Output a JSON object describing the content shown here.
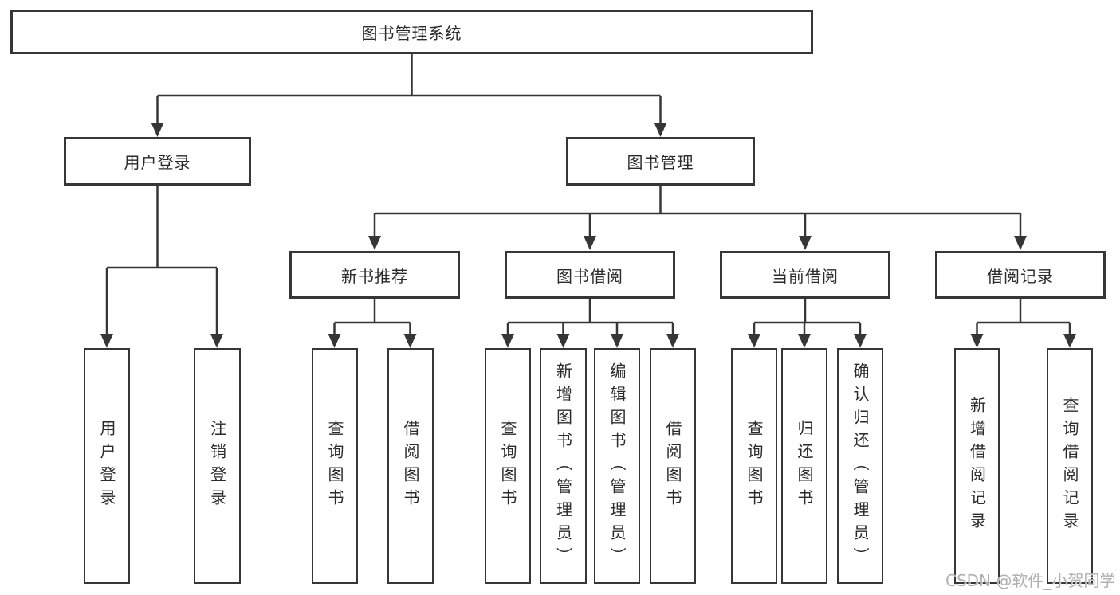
{
  "colors": {
    "line": "#363636",
    "border": "#363636",
    "text": "#2b2b2b",
    "bg": "#ffffff",
    "watermark": "#b0b0b0"
  },
  "watermark": {
    "text": "CSDN @软件_小贺同学"
  },
  "tree": {
    "root": {
      "label": "图书管理系统"
    },
    "branches": [
      {
        "label": "用户登录",
        "leaves": [
          {
            "label": "用户登录"
          },
          {
            "label": "注销登录"
          }
        ]
      },
      {
        "label": "图书管理",
        "groups": [
          {
            "label": "新书推荐",
            "leaves": [
              {
                "label": "查询图书"
              },
              {
                "label": "借阅图书"
              }
            ]
          },
          {
            "label": "图书借阅",
            "leaves": [
              {
                "label": "查询图书"
              },
              {
                "label": "新增图书（管理员）"
              },
              {
                "label": "编辑图书（管理员）"
              },
              {
                "label": "借阅图书"
              }
            ]
          },
          {
            "label": "当前借阅",
            "leaves": [
              {
                "label": "查询图书"
              },
              {
                "label": "归还图书"
              },
              {
                "label": "确认归还（管理员）"
              }
            ]
          },
          {
            "label": "借阅记录",
            "leaves": [
              {
                "label": "新增借阅记录"
              },
              {
                "label": "查询借阅记录"
              }
            ]
          }
        ]
      }
    ]
  }
}
